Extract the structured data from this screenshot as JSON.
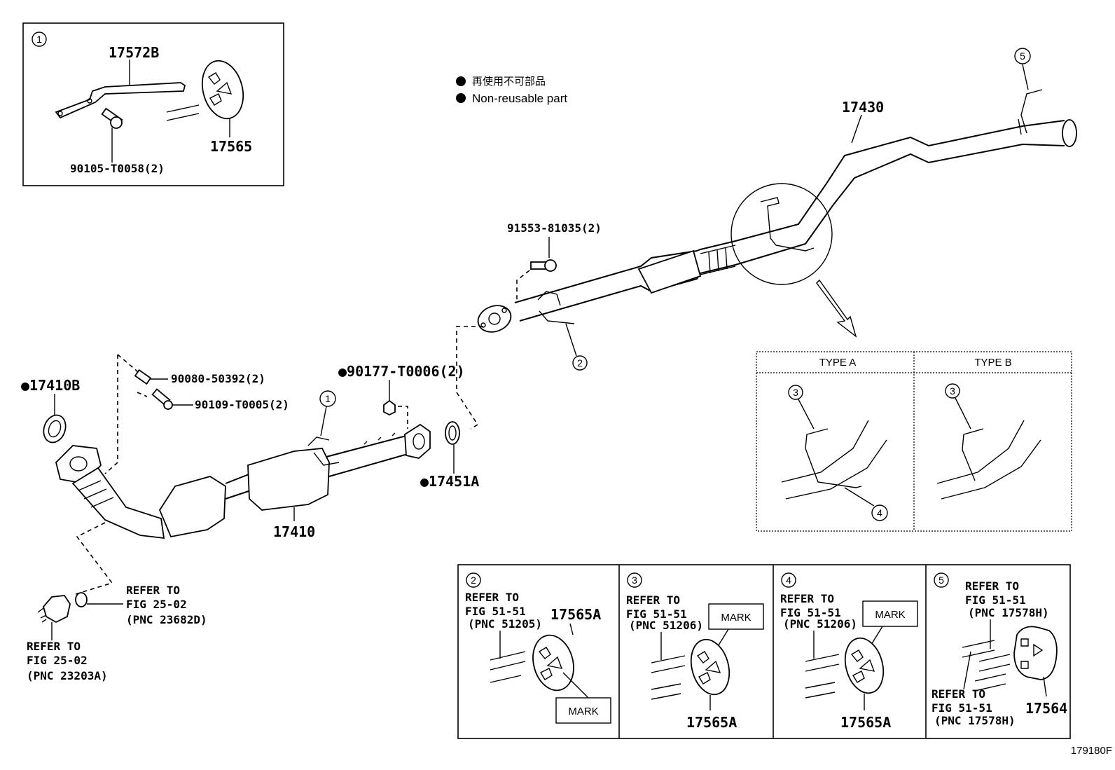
{
  "legend": {
    "japanese": "再使用不可部品",
    "english": "Non-reusable part"
  },
  "callouts": [
    "1",
    "2",
    "3",
    "4",
    "5"
  ],
  "inset1": {
    "pipe": "17572B",
    "hanger": "17565",
    "bolt": "90105-T0058(2)"
  },
  "parts": {
    "tail_pipe": "17430",
    "bolt_tail": "91553-81035(2)",
    "gasket_front": "●17410B",
    "stud": "90080-50392(2)",
    "bolt_front": "90109-T0005(2)",
    "nut": "●90177-T0006(2)",
    "gasket_center": "●17451A",
    "front_pipe": "17410"
  },
  "refer_sensor": {
    "l1": "REFER TO",
    "l2": "FIG 25-02",
    "l3": "(PNC 23682D)"
  },
  "refer_sensor2": {
    "l1": "REFER TO",
    "l2": "FIG 25-02",
    "l3": "(PNC 23203A)"
  },
  "type_box": {
    "type_a": "TYPE A",
    "type_b": "TYPE B"
  },
  "bottom": {
    "b2": {
      "l1": "REFER TO",
      "l2": "FIG 51-51",
      "l3": "(PNC 51205)",
      "part": "17565A",
      "mark": "MARK"
    },
    "b3": {
      "l1": "REFER TO",
      "l2": "FIG 51-51",
      "l3": "(PNC 51206)",
      "part": "17565A",
      "mark": "MARK"
    },
    "b4": {
      "l1": "REFER TO",
      "l2": "FIG 51-51",
      "l3": "(PNC 51206)",
      "part": "17565A",
      "mark": "MARK"
    },
    "b5": {
      "l1": "REFER TO",
      "l2": "FIG 51-51",
      "l3": "(PNC 17578H)",
      "l4": "REFER TO",
      "l5": "FIG 51-51",
      "l6": "(PNC 17578H)",
      "part": "17564"
    }
  },
  "figure_id": "179180F"
}
